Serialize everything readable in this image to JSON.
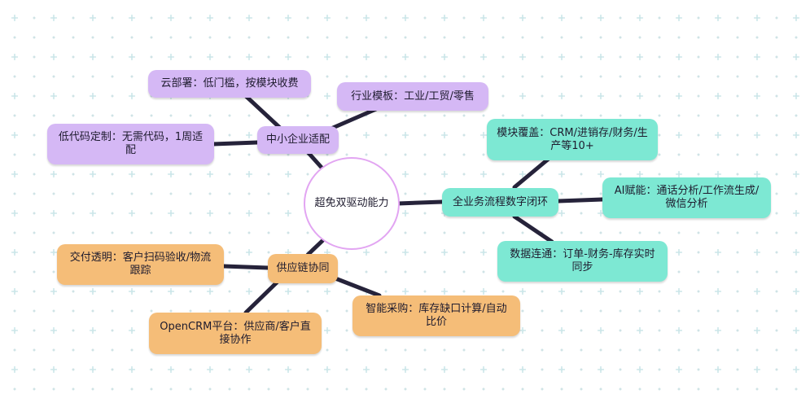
{
  "colors": {
    "purple": "#d5b8f5",
    "teal": "#7de8d3",
    "orange": "#f5bd78",
    "center_border": "#e2a5f2",
    "connector": "#26233a"
  },
  "mindmap": {
    "center": "超免双驱动能力",
    "branches": {
      "sme": {
        "label": "中小企业适配",
        "color": "purple",
        "children": [
          "云部署：低门槛，按模块收费",
          "行业模板：工业/工贸/零售",
          "低代码定制：无需代码，1周适配"
        ]
      },
      "closed_loop": {
        "label": "全业务流程数字闭环",
        "color": "teal",
        "children": [
          "模块覆盖：CRM/进销存/财务/生产等10+",
          "AI赋能：通话分析/工作流生成/微信分析",
          "数据连通：订单-财务-库存实时同步"
        ]
      },
      "supply_chain": {
        "label": "供应链协同",
        "color": "orange",
        "children": [
          "交付透明：客户扫码验收/物流跟踪",
          "OpenCRM平台：供应商/客户直接协作",
          "智能采购：库存缺口计算/自动比价"
        ]
      }
    }
  }
}
